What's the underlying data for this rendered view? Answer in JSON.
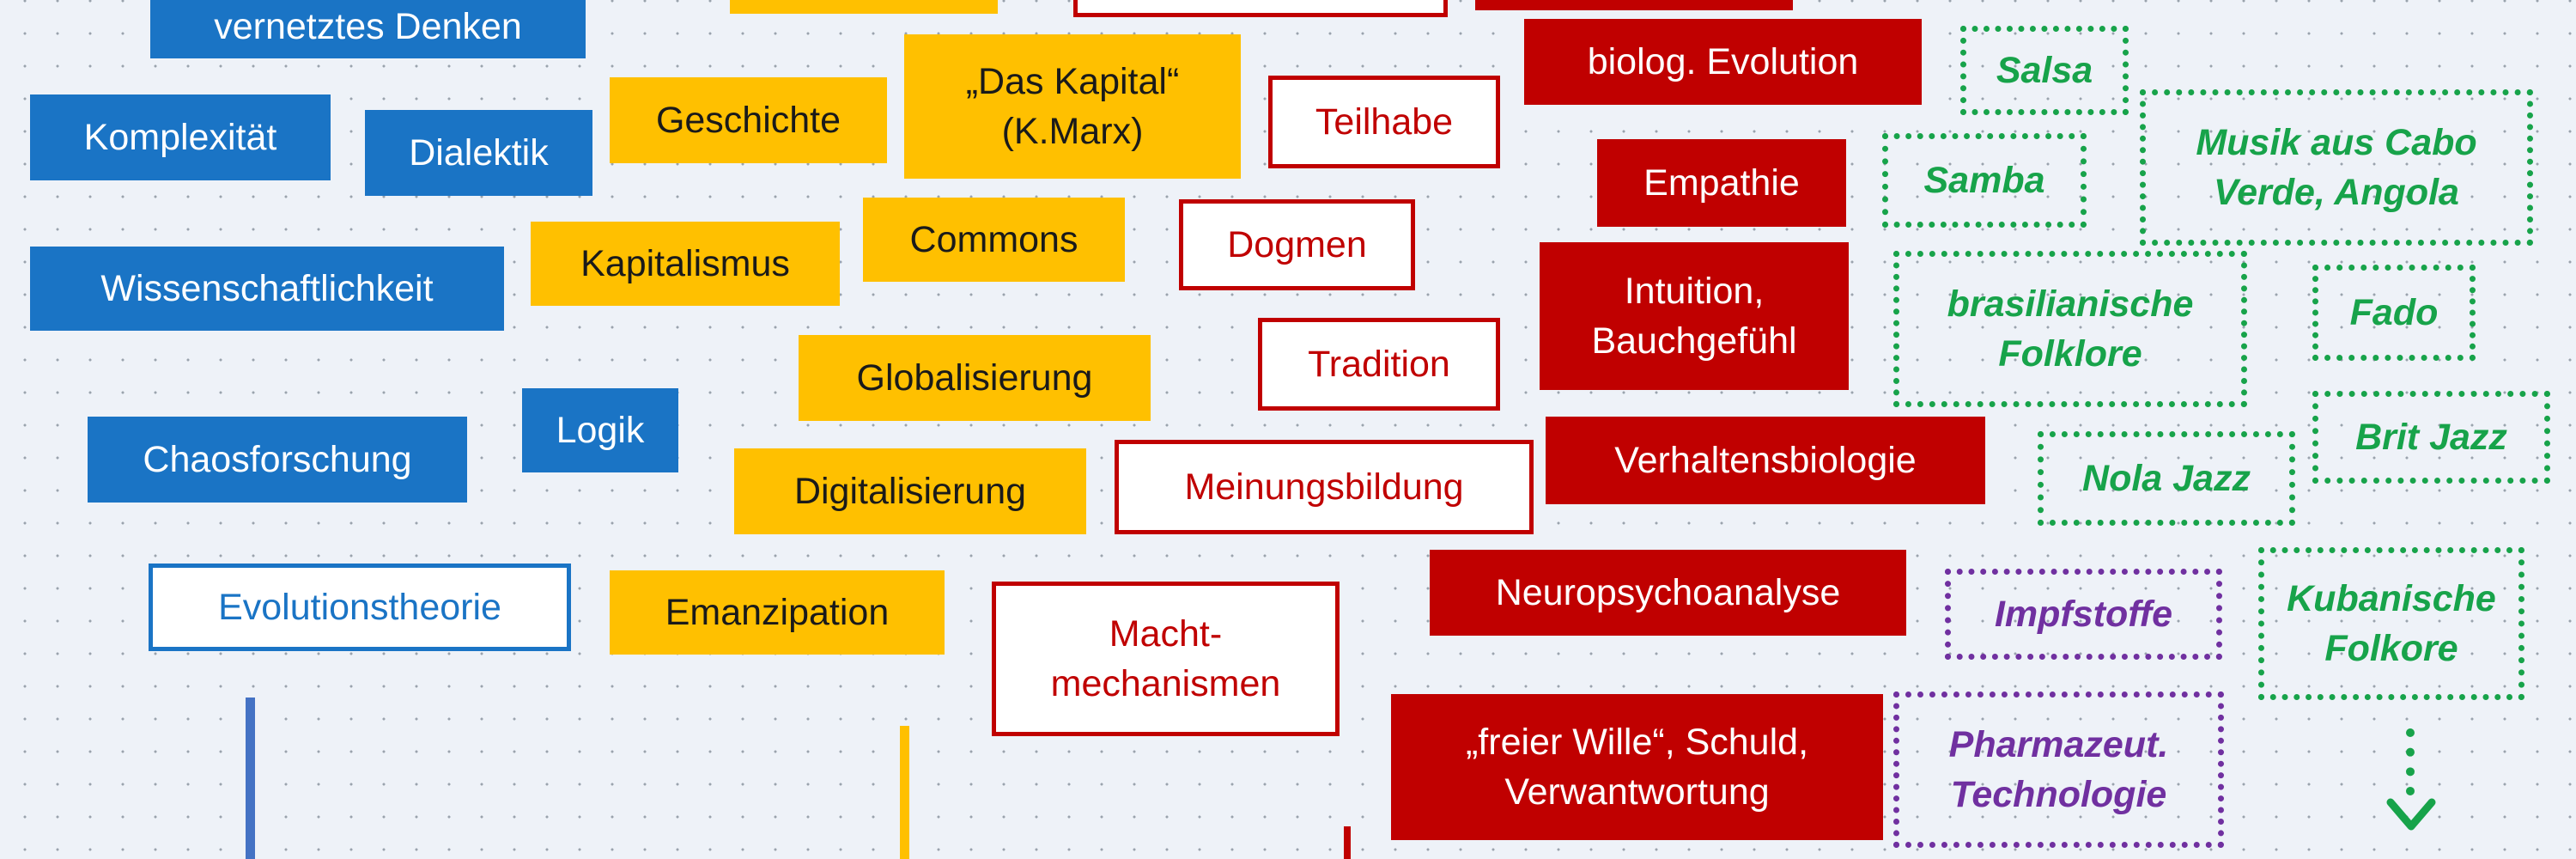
{
  "colors": {
    "blue": "#1a74c5",
    "yellow": "#ffc000",
    "red": "#c00000",
    "green": "#17a34a",
    "purple": "#7030a0",
    "background": "#eef2f8"
  },
  "blue_terms": {
    "vernetztes_denken": "vernetztes Denken",
    "komplexitaet": "Komplexität",
    "dialektik": "Dialektik",
    "wissenschaftlichkeit": "Wissenschaftlichkeit",
    "logik": "Logik",
    "chaosforschung": "Chaosforschung",
    "evolutionstheorie": "Evolutionstheorie"
  },
  "yellow_terms": {
    "das_kapital": "„Das Kapital“\n(K.Marx)",
    "geschichte": "Geschichte",
    "kapitalismus": "Kapitalismus",
    "commons": "Commons",
    "globalisierung": "Globalisierung",
    "digitalisierung": "Digitalisierung",
    "emanzipation": "Emanzipation"
  },
  "red_outline_terms": {
    "teilhabe": "Teilhabe",
    "dogmen": "Dogmen",
    "tradition": "Tradition",
    "meinungsbildung": "Meinungsbildung",
    "machtmechanismen": "Macht-\nmechanismen"
  },
  "red_terms": {
    "biolog_evolution": "biolog. Evolution",
    "empathie": "Empathie",
    "intuition": "Intuition,\nBauchgefühl",
    "verhaltensbiologie": "Verhaltensbiologie",
    "neuropsychoanalyse": "Neuropsychoanalyse",
    "freier_wille": "„freier Wille“, Schuld,\nVerwantwortung"
  },
  "green_terms": {
    "salsa": "Salsa",
    "samba": "Samba",
    "musik_cabo_verde": "Musik aus Cabo\nVerde, Angola",
    "brasilianische_folklore": "brasilianische\nFolklore",
    "fado": "Fado",
    "brit_jazz": "Brit Jazz",
    "nola_jazz": "Nola Jazz",
    "kubanische_folkore": "Kubanische\nFolkore"
  },
  "purple_terms": {
    "impfstoffe": "Impfstoffe",
    "pharmazeut": "Pharmazeut.\nTechnologie"
  }
}
